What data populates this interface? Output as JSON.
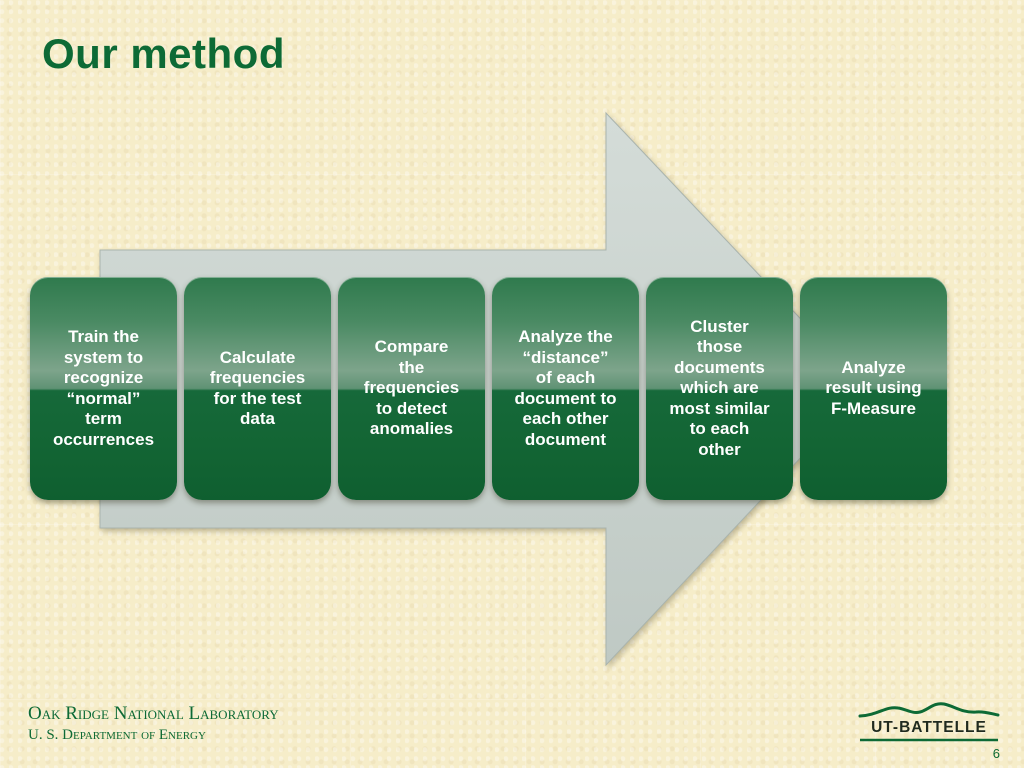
{
  "slide": {
    "title": "Our method",
    "steps": [
      {
        "text": "Train the\nsystem to\nrecognize\n“normal”\nterm\noccurrences"
      },
      {
        "text": "Calculate\nfrequencies\nfor the test\ndata"
      },
      {
        "text": "Compare\nthe\nfrequencies\nto detect\nanomalies"
      },
      {
        "text": "Analyze the\n“distance”\nof each\ndocument to\neach other\ndocument"
      },
      {
        "text": "Cluster\nthose\ndocuments\nwhich are\nmost similar\nto each\nother"
      },
      {
        "text": "Analyze\nresult using\nF-Measure"
      }
    ],
    "footer": {
      "lab": "Oak Ridge National Laboratory",
      "doe": "U. S. Department of Energy",
      "logo_text": "UT-BATTELLE",
      "page_number": "6"
    },
    "colors": {
      "title": "#0d6a35",
      "box": "#136534",
      "arrow": "#c9d2ce",
      "background": "#f6edc9"
    }
  }
}
